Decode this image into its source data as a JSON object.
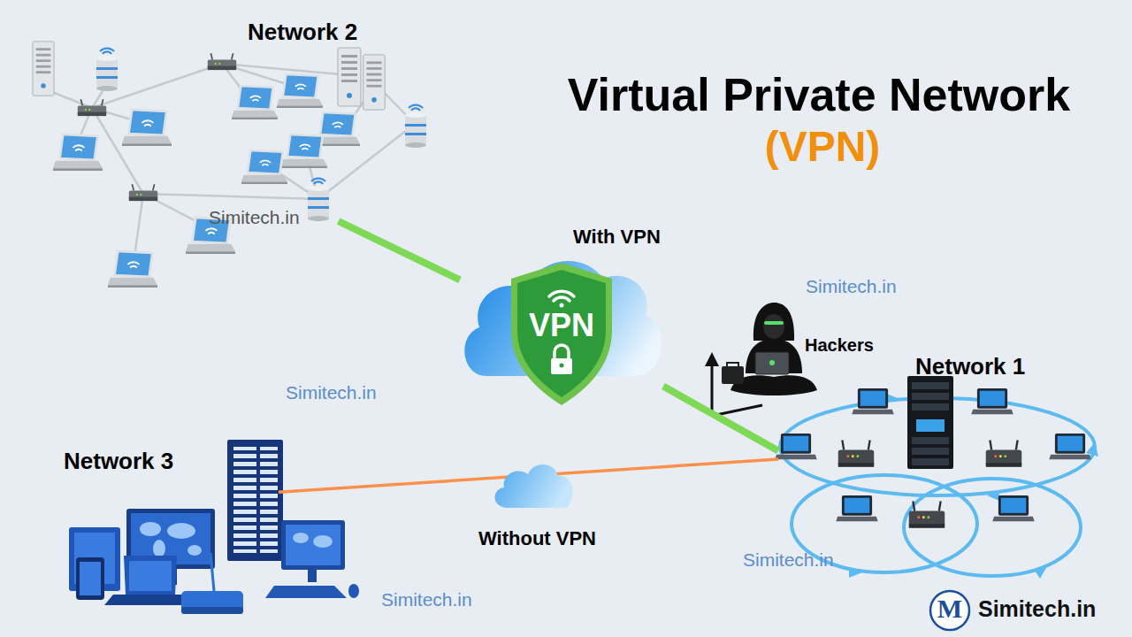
{
  "diagram": {
    "title": "Virtual Private Network",
    "nodes": [
      {
        "text": [
          "Network 2"
        ]
      },
      {
        "text": [
          "With VPN",
          "VPN"
        ]
      },
      {
        "text": [
          "Network 1"
        ]
      },
      {
        "text": [
          "Network 3"
        ]
      }
    ],
    "edges": [
      {
        "from": 0,
        "to": 1,
        "arrow": "none"
      },
      {
        "from": 1,
        "to": 2,
        "arrow": "none"
      },
      {
        "from": 3,
        "to": 2,
        "label": "Without VPN",
        "arrow": "none"
      }
    ],
    "labels": [
      "(VPN)",
      "Simitech.in",
      "Simitech.in",
      "Hackers",
      "Simitech.in",
      "Simitech.in",
      "Simitech.in",
      "M",
      "Simitech.in"
    ]
  }
}
